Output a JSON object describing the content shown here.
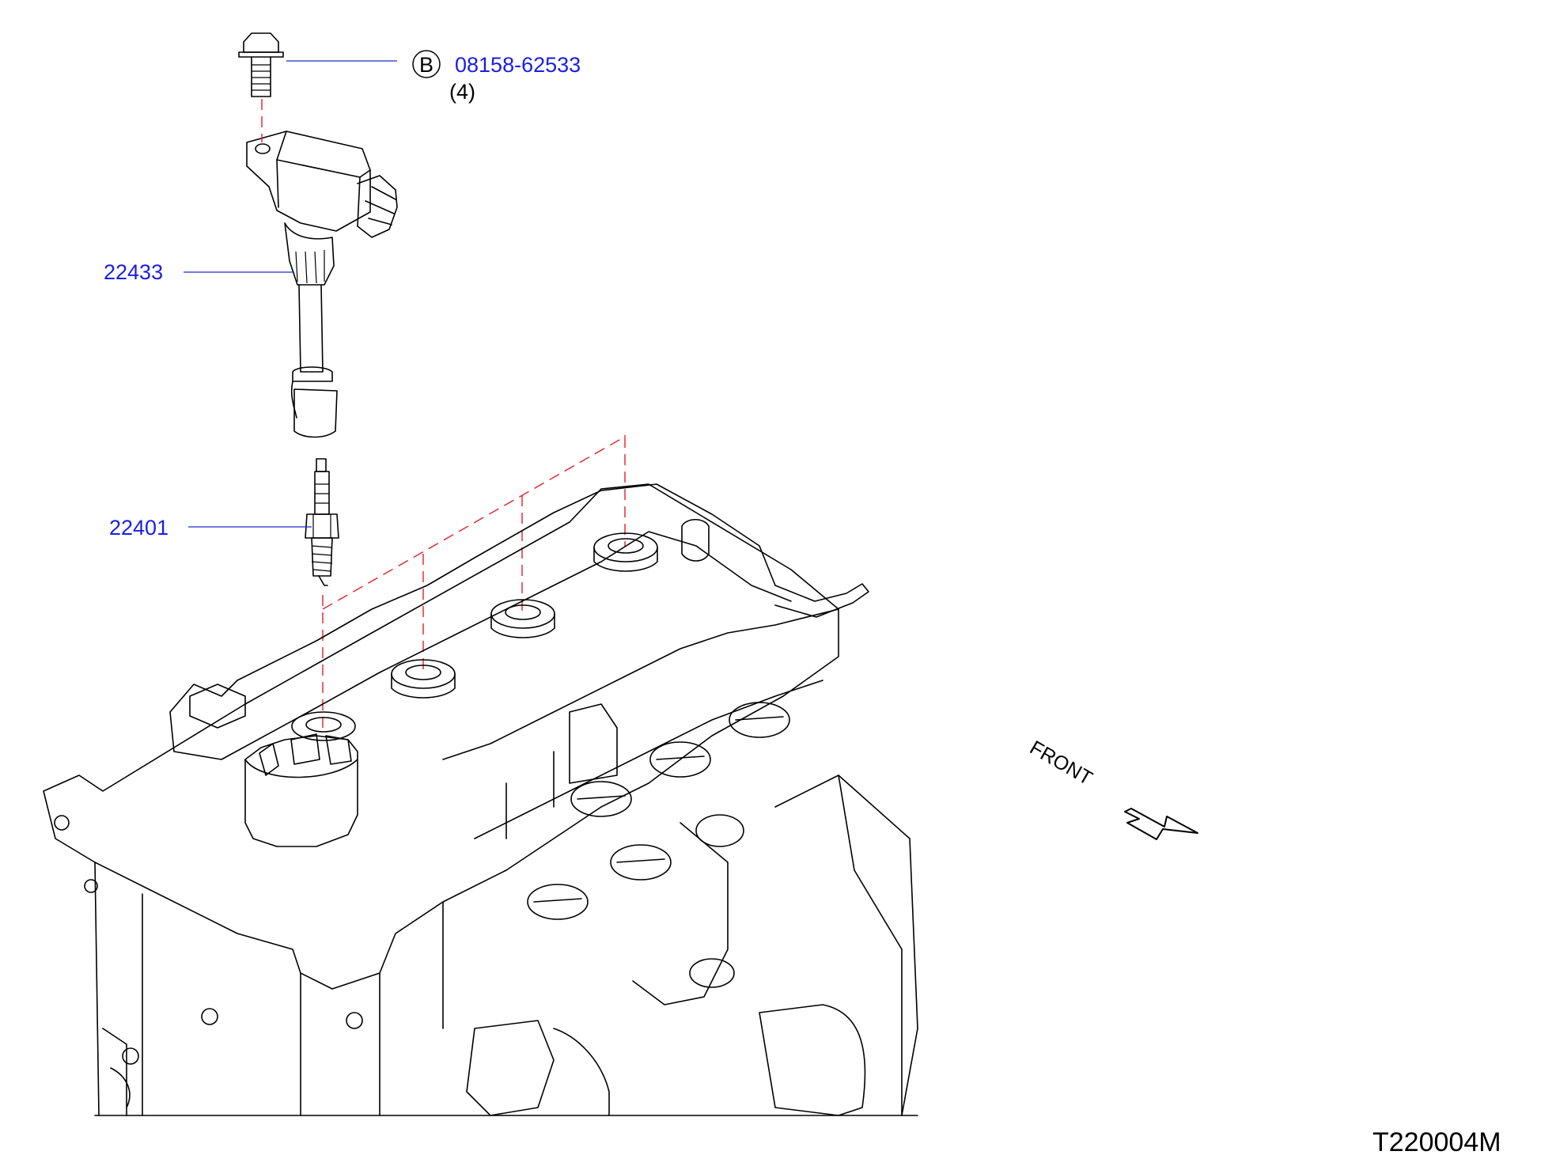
{
  "diagram": {
    "figure_ref": "T220004M",
    "front_label": "FRONT",
    "parts": {
      "bolt": {
        "part_no": "08158-62533",
        "qty": "(4)",
        "marker": "B"
      },
      "ignition_coil": {
        "part_no": "22433"
      },
      "spark_plug": {
        "part_no": "22401"
      }
    }
  },
  "colors": {
    "part_number": "#1a1ee6",
    "leader": "#1a2cc9",
    "centerline": "#e0202a",
    "ink": "#000000"
  }
}
